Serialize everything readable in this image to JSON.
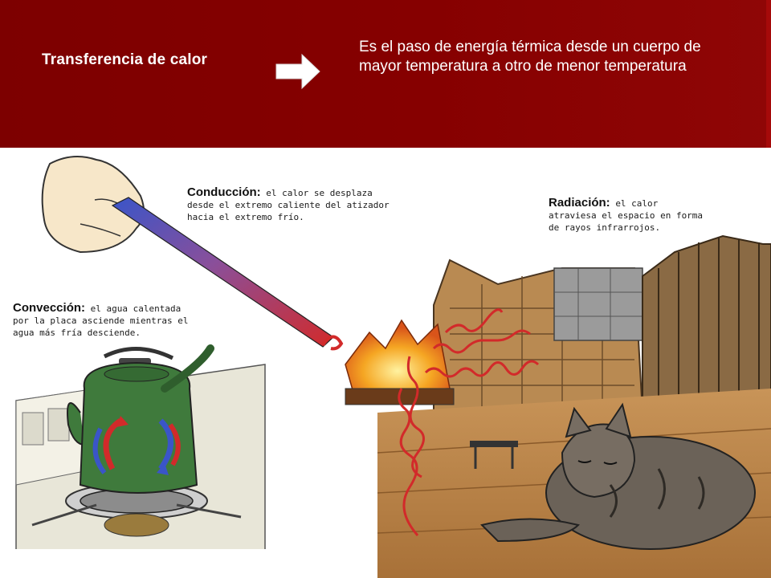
{
  "banner": {
    "title": "Transferencia de calor",
    "arrow_icon": "right-arrow-icon",
    "definition": "Es el paso de energía térmica desde un cuerpo de mayor temperatura a otro de menor temperatura",
    "background_color": "#7d0000"
  },
  "illustration": {
    "conduccion": {
      "heading": "Conducción:",
      "text": "el calor se desplaza\ndesde el extremo caliente del atizador\nhacia el extremo frío."
    },
    "radiacion": {
      "heading": "Radiación:",
      "text": "el calor\natraviesa el espacio en forma\nde rayos infrarrojos."
    },
    "conveccion": {
      "heading": "Convección:",
      "text": "el agua calentada\npor la placa asciende mientras el\nagua más fría desciende."
    },
    "colors": {
      "hot": "#d22a2a",
      "cold": "#3a55c8",
      "kettle": "#3f7a3c",
      "brick": "#b98a52",
      "fence": "#8a6a44"
    }
  }
}
